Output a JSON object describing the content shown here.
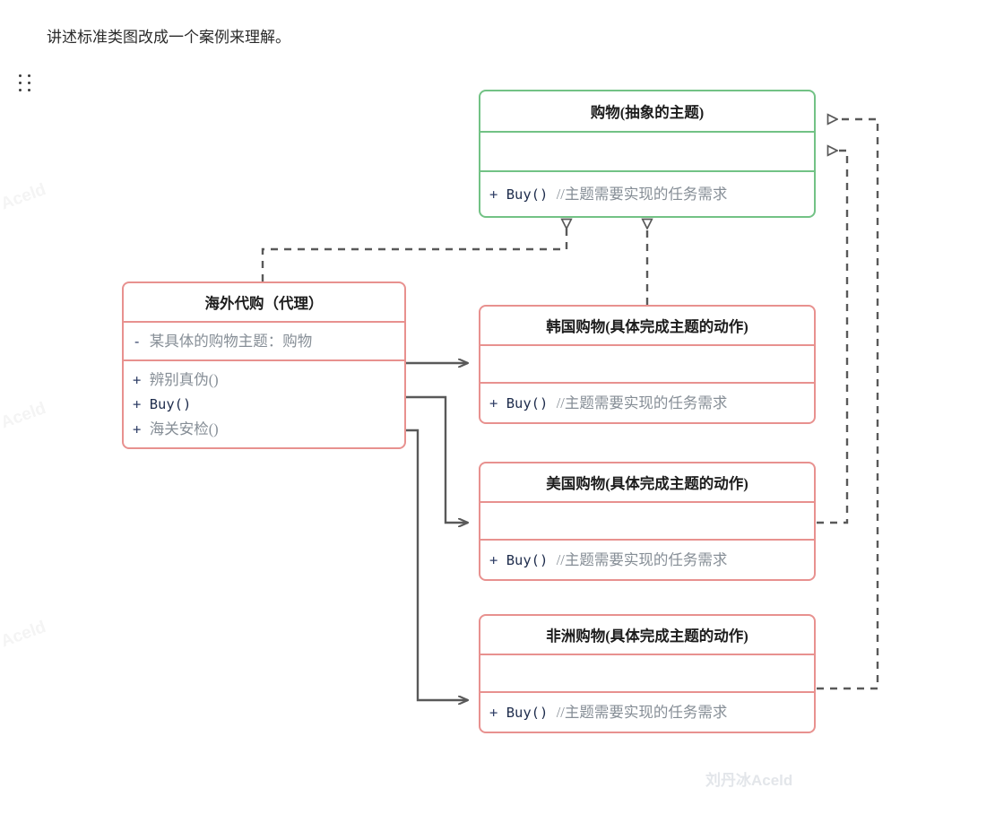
{
  "document": {
    "paragraph": "讲述标准类图改成一个案例来理解。",
    "drag_handle_icon": "grip-dots-icon"
  },
  "watermarks": {
    "side_text": "Aceld",
    "bottom_text": "刘丹冰Aceld",
    "side_color": "#f4f4f4",
    "bottom_color": "#e3e6ea"
  },
  "palette": {
    "abstract_border": "#72c285",
    "concrete_border": "#e8918f",
    "connector": "#595959",
    "code_text": "#1f2d4d",
    "comment_text": "#868e96"
  },
  "diagram": {
    "type": "uml-class-diagram",
    "classes": [
      {
        "id": "shopping-abstract",
        "title": "购物(抽象的主题)",
        "stereotype": "abstract-subject",
        "color": "#72c285",
        "attributes": [],
        "methods": [
          {
            "visibility": "+",
            "code": "Buy() ",
            "comment": "//主题需要实现的任务需求"
          }
        ]
      },
      {
        "id": "overseas-proxy",
        "title": "海外代购（代理）",
        "stereotype": "proxy",
        "color": "#e8918f",
        "attributes": [
          {
            "visibility": "-",
            "code": "",
            "comment": "某具体的购物主题：购物"
          }
        ],
        "methods": [
          {
            "visibility": "+",
            "code": "",
            "comment": "辨别真伪()"
          },
          {
            "visibility": "+",
            "code": "Buy()",
            "comment": ""
          },
          {
            "visibility": "+",
            "code": "",
            "comment": "海关安检()"
          }
        ]
      },
      {
        "id": "korea-shopping",
        "title": "韩国购物(具体完成主题的动作)",
        "stereotype": "concrete-subject",
        "color": "#e8918f",
        "attributes": [],
        "methods": [
          {
            "visibility": "+",
            "code": "Buy() ",
            "comment": "//主题需要实现的任务需求"
          }
        ]
      },
      {
        "id": "usa-shopping",
        "title": "美国购物(具体完成主题的动作)",
        "stereotype": "concrete-subject",
        "color": "#e8918f",
        "attributes": [],
        "methods": [
          {
            "visibility": "+",
            "code": "Buy() ",
            "comment": "//主题需要实现的任务需求"
          }
        ]
      },
      {
        "id": "africa-shopping",
        "title": "非洲购物(具体完成主题的动作)",
        "stereotype": "concrete-subject",
        "color": "#e8918f",
        "attributes": [],
        "methods": [
          {
            "visibility": "+",
            "code": "Buy() ",
            "comment": "//主题需要实现的任务需求"
          }
        ]
      }
    ],
    "relations": [
      {
        "kind": "realization",
        "from": "overseas-proxy",
        "to": "shopping-abstract",
        "style": "dashed-hollow-triangle"
      },
      {
        "kind": "realization",
        "from": "korea-shopping",
        "to": "shopping-abstract",
        "style": "dashed-hollow-triangle"
      },
      {
        "kind": "realization",
        "from": "usa-shopping",
        "to": "shopping-abstract",
        "style": "dashed-hollow-triangle"
      },
      {
        "kind": "realization",
        "from": "africa-shopping",
        "to": "shopping-abstract",
        "style": "dashed-hollow-triangle"
      },
      {
        "kind": "association",
        "from": "overseas-proxy",
        "to": "korea-shopping",
        "style": "solid-open-arrow"
      },
      {
        "kind": "association",
        "from": "overseas-proxy",
        "to": "usa-shopping",
        "style": "solid-open-arrow"
      },
      {
        "kind": "association",
        "from": "overseas-proxy",
        "to": "africa-shopping",
        "style": "solid-open-arrow"
      }
    ]
  }
}
